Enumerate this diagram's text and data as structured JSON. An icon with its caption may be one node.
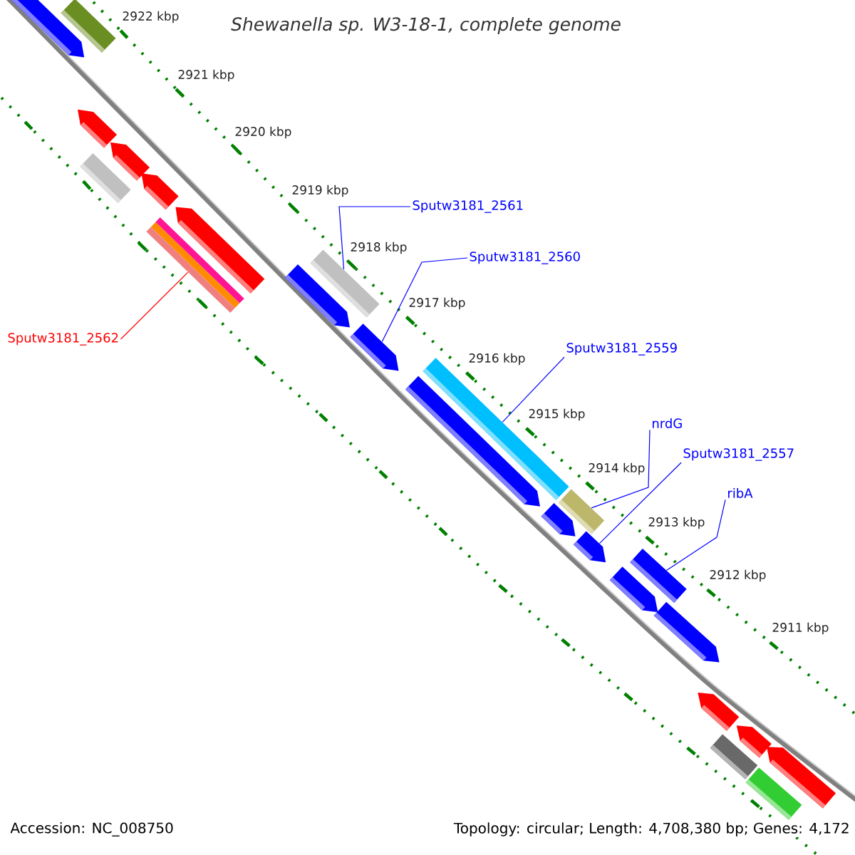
{
  "diagram": {
    "title": "Shewanella sp. W3-18-1, complete genome",
    "nodes": [
      {
        "text": [
          "Sputw3181_2561"
        ]
      },
      {
        "text": [
          "Sputw3181_2560"
        ]
      },
      {
        "text": [
          "Sputw3181_2562"
        ]
      },
      {
        "text": [
          "Sputw3181_2559"
        ]
      },
      {
        "text": [
          "nrdG"
        ]
      },
      {
        "text": [
          "Sputw3181_2557"
        ]
      },
      {
        "text": [
          "ribA"
        ]
      },
      {
        "text": [],
        "shape": "bar"
      },
      {
        "text": [],
        "shape": "arrow"
      },
      {
        "text": [],
        "shape": "arrow"
      },
      {
        "text": [],
        "shape": "arrow"
      },
      {
        "text": [],
        "shape": "bar"
      },
      {
        "text": [],
        "shape": "arrow"
      },
      {
        "text": [],
        "shape": "arrow"
      },
      {
        "text": [],
        "shape": "bar"
      },
      {
        "text": [],
        "shape": "bar"
      },
      {
        "text": [],
        "shape": "arrow"
      },
      {
        "text": [],
        "shape": "arrow"
      },
      {
        "text": [],
        "shape": "bar"
      },
      {
        "text": [],
        "shape": "arrow"
      },
      {
        "text": [],
        "shape": "bar"
      },
      {
        "text": [],
        "shape": "arrow"
      },
      {
        "text": [],
        "shape": "arrow"
      },
      {
        "text": [],
        "shape": "bar"
      },
      {
        "text": [],
        "shape": "arrow"
      },
      {
        "text": [],
        "shape": "arrow"
      },
      {
        "text": [],
        "shape": "arrow"
      },
      {
        "text": [],
        "shape": "arrow"
      },
      {
        "text": [],
        "shape": "bar"
      },
      {
        "text": [],
        "shape": "arrow"
      },
      {
        "text": [],
        "shape": "bar"
      }
    ],
    "edges": [
      {
        "from": 0,
        "to": 15,
        "arrow": "none"
      },
      {
        "from": 1,
        "to": 17,
        "arrow": "none"
      },
      {
        "from": 2,
        "to": 14,
        "arrow": "none",
        "color": "#ff0000"
      },
      {
        "from": 3,
        "to": 18,
        "arrow": "none"
      },
      {
        "from": 4,
        "to": 20,
        "arrow": "none"
      },
      {
        "from": 5,
        "to": 22,
        "arrow": "none"
      },
      {
        "from": 6,
        "to": 23,
        "arrow": "none"
      }
    ],
    "labels": [
      "2922 kbp",
      "2921 kbp",
      "2920 kbp",
      "2919 kbp",
      "2918 kbp",
      "2917 kbp",
      "2916 kbp",
      "2915 kbp",
      "2914 kbp",
      "2913 kbp",
      "2912 kbp",
      "2911 kbp",
      "Accession: NC_008750",
      "Topology: circular; Length: 4,708,380 bp; Genes: 4,172"
    ]
  }
}
